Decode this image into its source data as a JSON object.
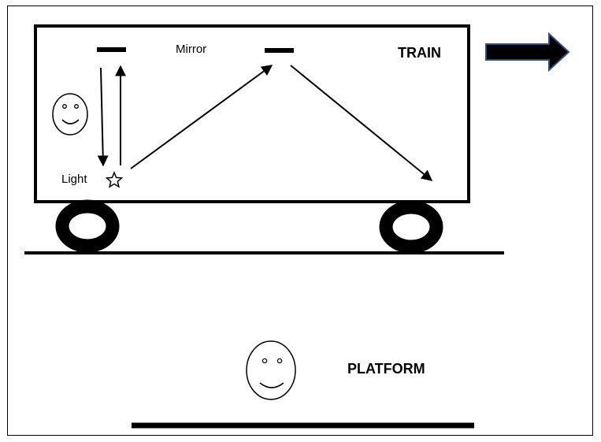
{
  "labels": {
    "mirror": "Mirror",
    "train": "TRAIN",
    "light": "Light",
    "platform": "PLATFORM"
  },
  "colors": {
    "ink": "#000000",
    "motion_arrow_fill": "#000000",
    "motion_arrow_outline": "#2e4f7a",
    "background": "#ffffff"
  },
  "icons": {
    "light_source": "star-icon",
    "train_observer": "smiley-face-icon",
    "platform_observer": "smiley-face-icon",
    "train_motion": "arrow-right-icon"
  }
}
